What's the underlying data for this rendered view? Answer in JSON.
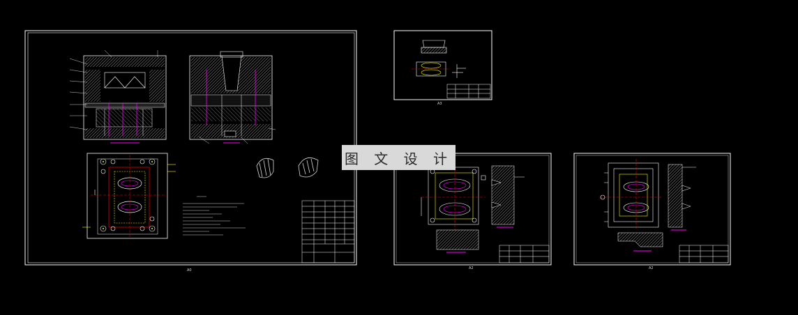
{
  "watermark": {
    "text": "图 文 设 计"
  },
  "sheets": [
    {
      "name": "assembly-drawing",
      "label": "A0"
    },
    {
      "name": "small-part-drawing",
      "label": "A3"
    },
    {
      "name": "cavity-plate-drawing",
      "label": "A2"
    },
    {
      "name": "core-plate-drawing",
      "label": "A2"
    }
  ],
  "colors": {
    "background": "#000000",
    "frame": "#ffffff",
    "hatch": "#c8c8c8",
    "accent_magenta": "#ff00ff",
    "accent_yellow": "#ffff00",
    "accent_red": "#ff0000",
    "accent_cyan": "#00ffff"
  }
}
